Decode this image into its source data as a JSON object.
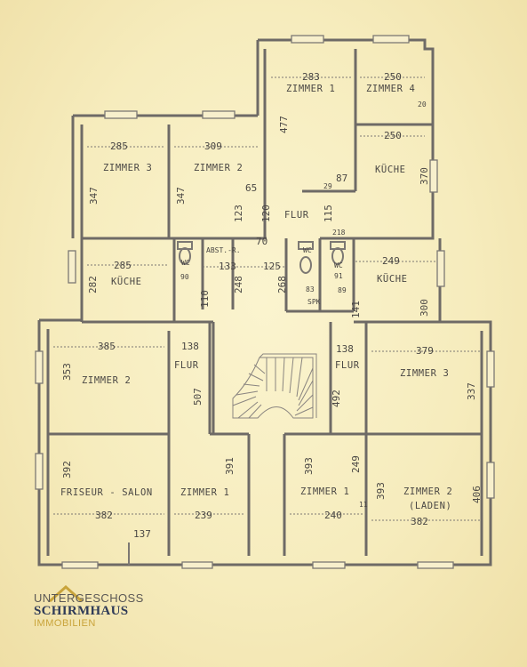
{
  "floor_title": "UNTERGESCHOSS",
  "brand": {
    "name": "SCHIRMHAUS",
    "sub": "IMMOBILIEN",
    "logo_accent": "#c9a43b"
  },
  "rooms": {
    "zimmer1_top": "ZIMMER 1",
    "zimmer4_top": "ZIMMER 4",
    "zimmer3_topleft": "ZIMMER 3",
    "zimmer2_topleft": "ZIMMER 2",
    "kueche_topright": "KÜCHE",
    "flur_top": "FLUR",
    "arst": "ABST.-R.",
    "wc_left": "WC",
    "kueche_left": "KÜCHE",
    "wc_mid": "WC",
    "spk": "SPK",
    "wc_right": "WC",
    "kueche_right": "KÜCHE",
    "zimmer2_left": "ZIMMER 2",
    "flur_left": "FLUR",
    "flur_right": "FLUR",
    "zimmer3_right": "ZIMMER 3",
    "friseur": "FRISEUR - SALON",
    "zimmer1_bottomleft": "ZIMMER 1",
    "zimmer1_bottomright": "ZIMMER 1",
    "zimmer2_laden": "ZIMMER 2",
    "laden": "(LADEN)"
  },
  "dims": {
    "d283": "283",
    "d250a": "250",
    "d250b": "250",
    "d477": "477",
    "d20": "20",
    "d370": "370",
    "d87": "87",
    "d29": "29",
    "d65": "65",
    "d285a": "285",
    "d309": "309",
    "d347a": "347",
    "d347b": "347",
    "d123": "123",
    "d120": "120",
    "d115": "115",
    "d70": "70",
    "d218": "218",
    "d285b": "285",
    "d133": "133",
    "d125": "125",
    "d249": "249",
    "d282": "282",
    "d90": "90",
    "d110": "110",
    "d248": "248",
    "d268": "268",
    "d83": "83",
    "d91": "91",
    "d89": "89",
    "d141": "141",
    "d300": "300",
    "d385": "385",
    "d138a": "138",
    "d138b": "138",
    "d379": "379",
    "d353": "353",
    "d507": "507",
    "d492": "492",
    "d337": "337",
    "d392": "392",
    "d391": "391",
    "d393a": "393",
    "d249b": "249",
    "d393b": "393",
    "d406": "406",
    "d382a": "382",
    "d239": "239",
    "d240": "240",
    "d382b": "382",
    "d137": "137",
    "d11": "11"
  }
}
